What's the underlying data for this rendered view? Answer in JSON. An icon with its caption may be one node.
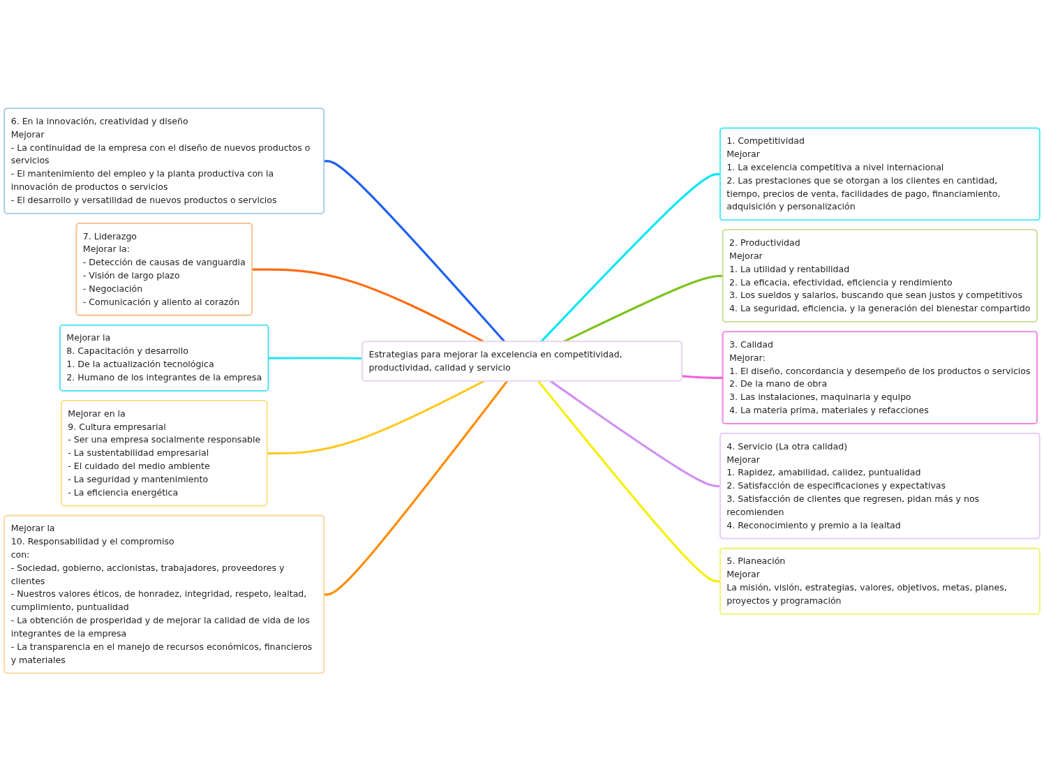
{
  "diagram": {
    "nodes": [
      {
        "text": [
          "Estrategias para mejorar la excelencia en competitividad, productividad, calidad y servicio"
        ]
      },
      {
        "text": [
          "1. Competitividad",
          "Mejorar",
          "1. La excelencia competitiva a nivel internacional",
          "2. Las prestaciones que se otorgan a los clientes en cantidad, tiempo, precios de venta, facilidades de pago, financiamiento, adquisición y personalización"
        ]
      },
      {
        "text": [
          "2. Productividad",
          "Mejorar",
          "1. La utilidad y rentabilidad",
          "2. La eficacia, efectividad, eficiencia y rendimiento",
          "3. Los sueldos y salarios, buscando que sean justos y competitivos",
          "4. La seguridad, eficiencia, y la generación del bienestar compartido"
        ]
      },
      {
        "text": [
          "3. Calidad",
          "Mejorar:",
          "1. El diseño, concordancia y desempeño de los productos o servicios",
          "2. De la mano de obra",
          "3. Las instalaciones, maquinaria y equipo",
          "4. La materia prima, materiales y refacciones"
        ]
      },
      {
        "text": [
          "4. Servicio (La otra calidad)",
          "Mejorar",
          "1. Rapidez, amabilidad, calidez, puntualidad",
          "2. Satisfacción de especificaciones y expectativas",
          "3. Satisfacción de clientes que regresen, pidan más y nos recomienden",
          "4. Reconocimiento y premio a la lealtad"
        ]
      },
      {
        "text": [
          "5. Planeación",
          "Mejorar",
          "La misión, visión, estrategias, valores, objetivos, metas, planes, proyectos y programación"
        ]
      },
      {
        "text": [
          "6. En la innovación, creatividad y diseño",
          "Mejorar",
          "- La continuidad de la empresa con el diseño de nuevos productos o servicios",
          "- El mantenimiento del empleo y la planta productiva con la innovación de productos o servicios",
          "- El desarrollo y versatilidad de nuevos productos o servicios"
        ]
      },
      {
        "text": [
          "7. Liderazgo",
          "Mejorar la:",
          "- Detección de causas de vanguardia",
          "- Visión de largo plazo",
          "- Negociación",
          "- Comunicación y aliento al corazón"
        ]
      },
      {
        "text": [
          "Mejorar la",
          "8. Capacitación y desarrollo",
          "1. De la actualización tecnológica",
          "2. Humano de los integrantes de la empresa"
        ]
      },
      {
        "text": [
          "Mejorar en la",
          "9. Cultura empresarial",
          "- Ser una empresa socialmente responsable",
          "- La sustentabilidad empresarial",
          "- El cuidado del medio ambiente",
          "- La seguridad y mantenimiento",
          "- La eficiencia energética"
        ]
      },
      {
        "text": [
          "Mejorar la",
          "10. Responsabilidad y el compromiso",
          "con:",
          "- Sociedad, gobierno, accionistas, trabajadores, proveedores y clientes",
          "- Nuestros valores éticos, de honradez, integridad, respeto, lealtad, cumplimiento, puntualidad",
          "- La obtención de prosperidad y de mejorar la calidad de vida de los integrantes de la empresa",
          "- La transparencia en el manejo de recursos económicos, financieros y materiales"
        ]
      }
    ],
    "edges": [
      {
        "from": 0,
        "to": 1,
        "arrow": "none",
        "color": "#00e8f4"
      },
      {
        "from": 0,
        "to": 2,
        "arrow": "none",
        "color": "#7cc21c"
      },
      {
        "from": 0,
        "to": 3,
        "arrow": "none",
        "color": "#f060e0"
      },
      {
        "from": 0,
        "to": 4,
        "arrow": "none",
        "color": "#d090f0"
      },
      {
        "from": 0,
        "to": 5,
        "arrow": "none",
        "color": "#f4f000"
      },
      {
        "from": 6,
        "to": 0,
        "arrow": "none",
        "color": "#1a5ef0"
      },
      {
        "from": 7,
        "to": 0,
        "arrow": "none",
        "color": "#ff6a10"
      },
      {
        "from": 8,
        "to": 0,
        "arrow": "none",
        "color": "#30e4f0"
      },
      {
        "from": 9,
        "to": 0,
        "arrow": "none",
        "color": "#ffc820"
      },
      {
        "from": 10,
        "to": 0,
        "arrow": "none",
        "color": "#ff8c00"
      }
    ]
  }
}
